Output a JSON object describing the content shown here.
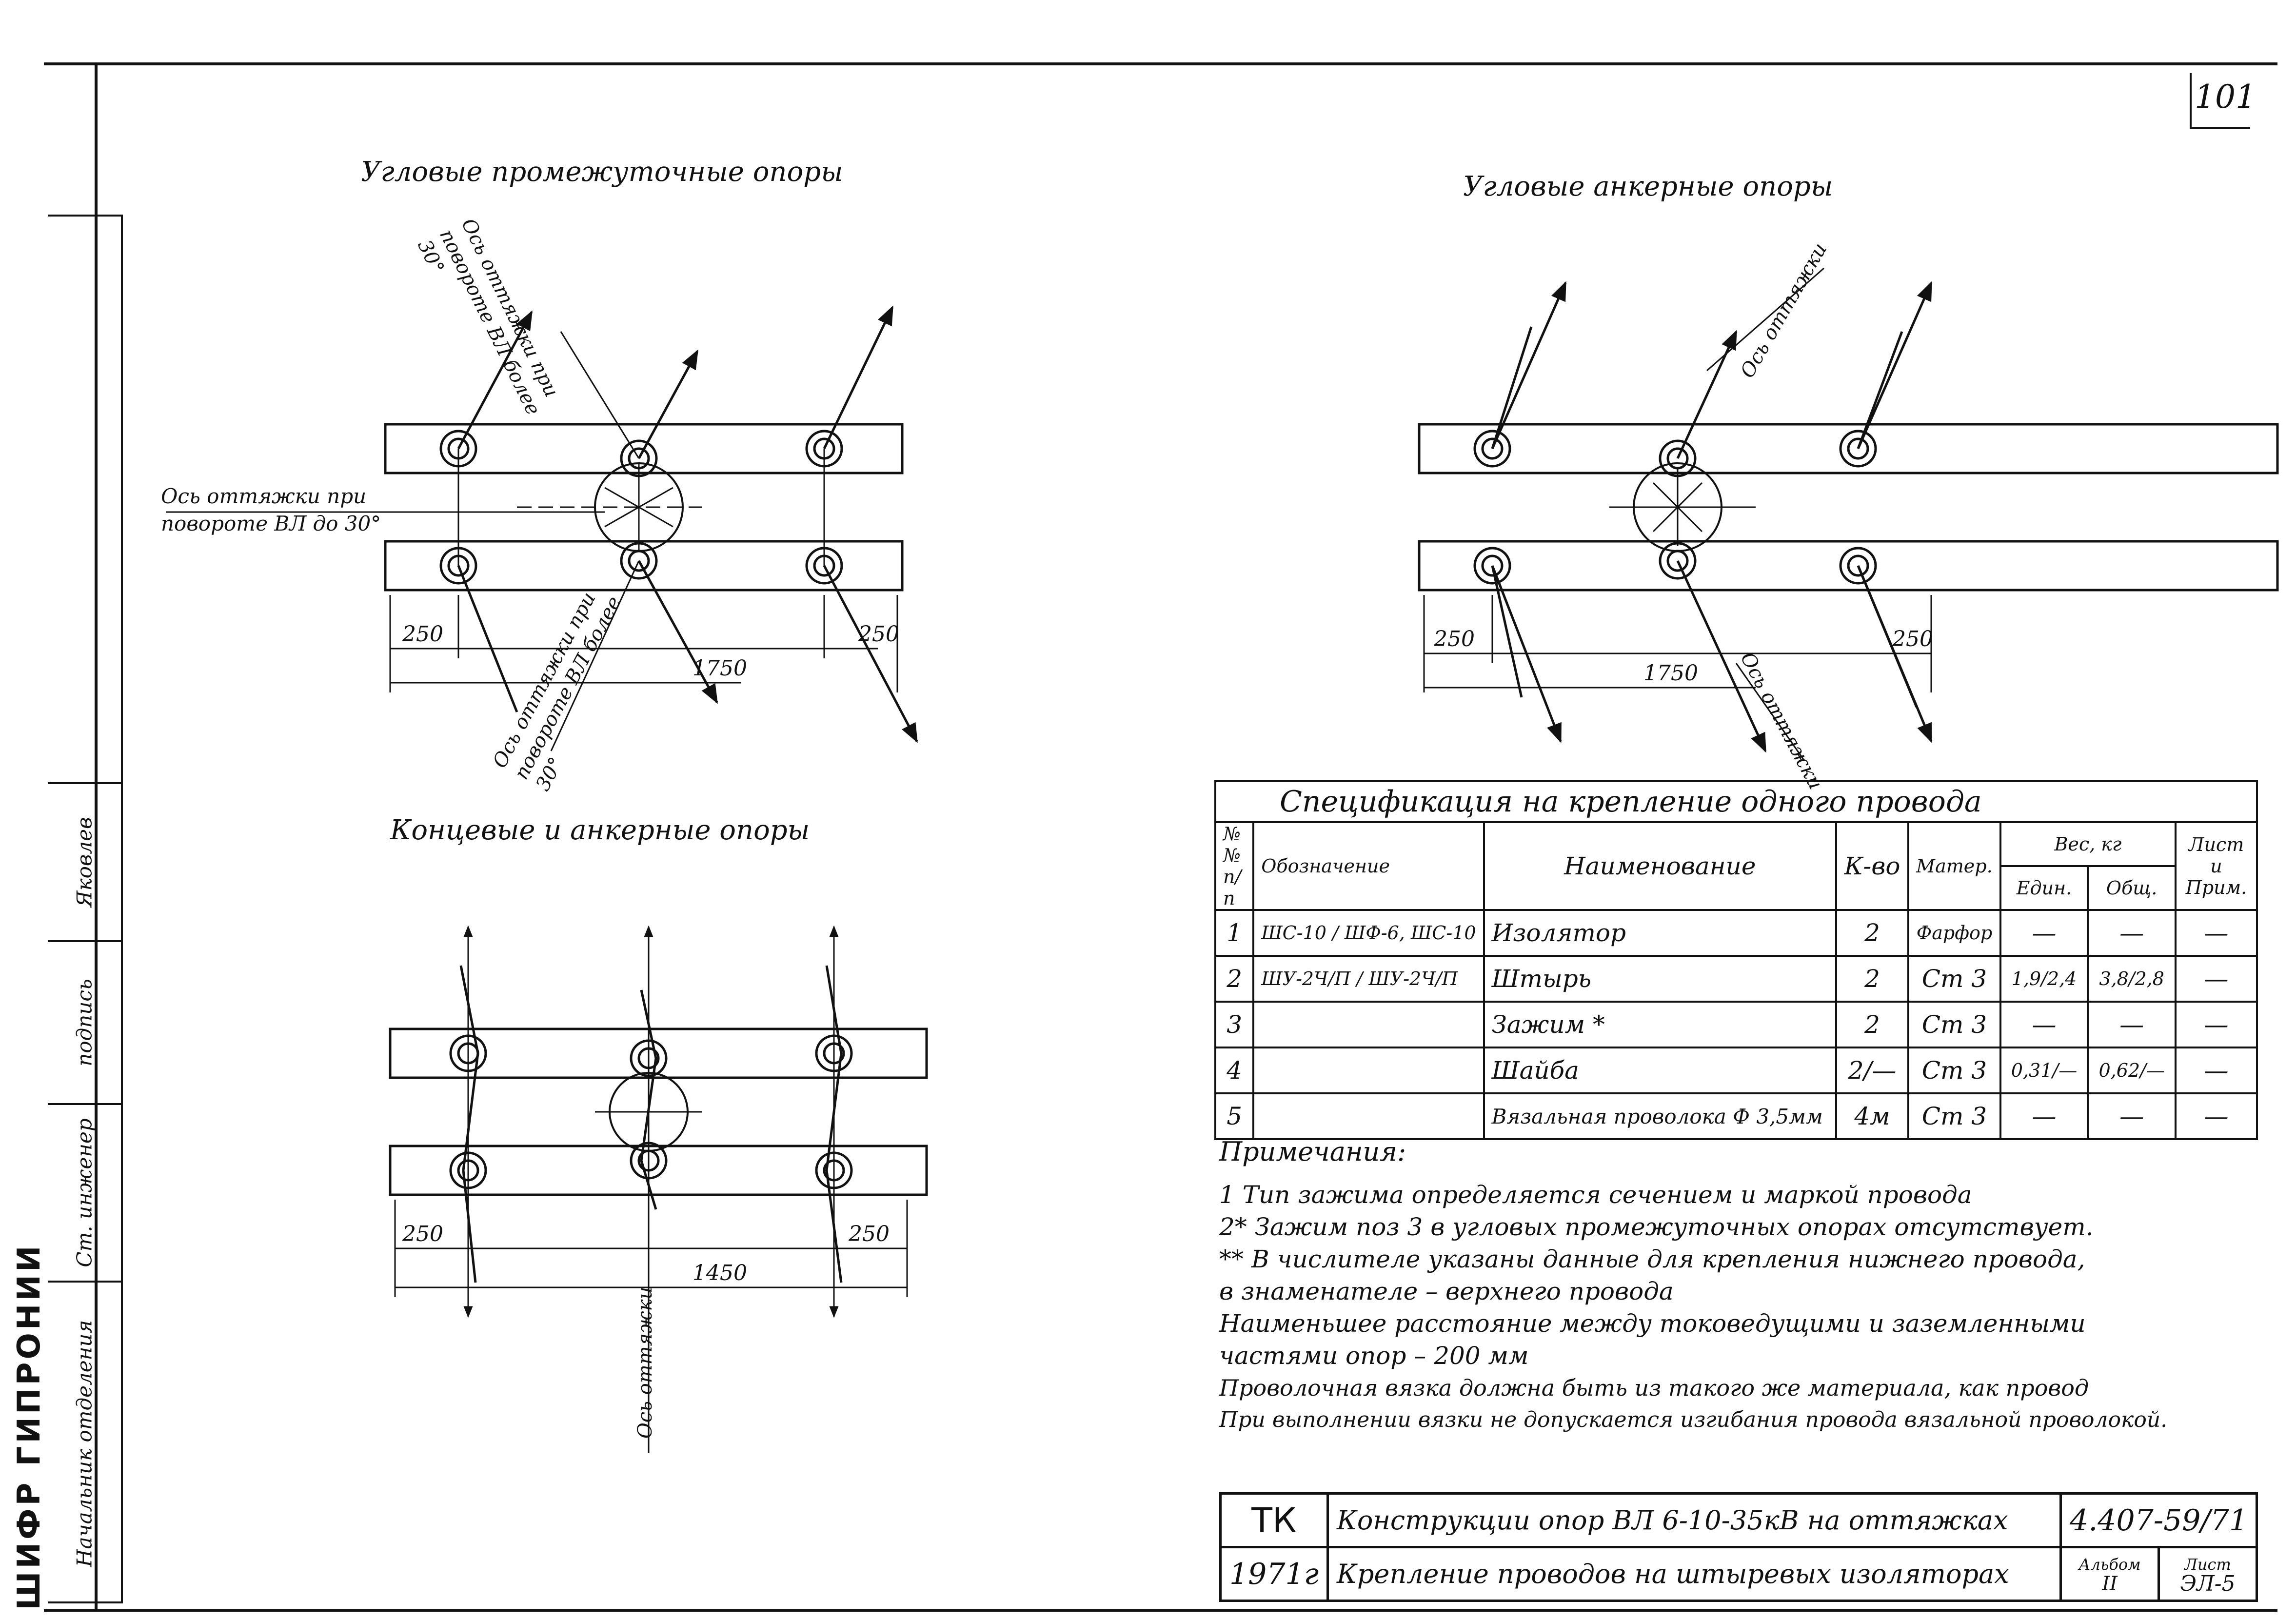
{
  "page_number": "101",
  "titles": {
    "angle_intermediate": "Угловые промежуточные опоры",
    "angle_anchor": "Угловые анкерные опоры",
    "end_anchor": "Концевые и анкерные опоры"
  },
  "labels": {
    "guy_axis_up_to_30": "Ось оттяжки при повороте ВЛ до 30°",
    "guy_axis_over_30_top": "Ось оттяжки при повороте ВЛ более 30°",
    "guy_axis_over_30_bottom": "Ось оттяжки при повороте ВЛ более 30°",
    "guy_axis": "Ось оттяжки",
    "guy_axis_2": "Ось оттяжки",
    "guy_axis_3": "Ось оттяжки"
  },
  "dimensions": {
    "d1_left": "250",
    "d1_right": "250",
    "d1_total": "1750",
    "d2_left": "250",
    "d2_right": "250",
    "d2_total": "1750",
    "d3_left": "250",
    "d3_right": "250",
    "d3_total": "1450"
  },
  "spec": {
    "title": "Спецификация на крепление одного провода",
    "headers": {
      "num": "№№ п/п",
      "designation": "Обозначение",
      "name": "Наименование",
      "qty": "К-во",
      "material": "Матер.",
      "weight": "Вес, кг",
      "unit": "Един.",
      "total": "Общ.",
      "sheet": "Лист и Прим."
    },
    "rows": [
      {
        "num": "1",
        "des": "ШС-10 / ШФ-6, ШС-10",
        "name": "Изолятор",
        "qty": "2",
        "mat": "Фарфор",
        "unit": "—",
        "total": "—",
        "note": "—"
      },
      {
        "num": "2",
        "des": "ШУ-2Ч/П / ШУ-2Ч/П",
        "name": "Штырь",
        "qty": "2",
        "mat": "Ст 3",
        "unit": "1,9/2,4",
        "total": "3,8/2,8",
        "note": "—"
      },
      {
        "num": "3",
        "des": "",
        "name": "Зажим *",
        "qty": "2",
        "mat": "Ст 3",
        "unit": "—",
        "total": "—",
        "note": "—"
      },
      {
        "num": "4",
        "des": "",
        "name": "Шайба",
        "qty": "2/—",
        "mat": "Ст 3",
        "unit": "0,31/—",
        "total": "0,62/—",
        "note": "—"
      },
      {
        "num": "5",
        "des": "",
        "name": "Вязальная проволока Ф 3,5мм",
        "qty": "4м",
        "mat": "Ст 3",
        "unit": "—",
        "total": "—",
        "note": "—"
      }
    ]
  },
  "notes": {
    "title": "Примечания:",
    "lines": [
      "1 Тип зажима определяется сечением и маркой провода",
      "2* Зажим поз 3 в угловых промежуточных опорах отсутствует.",
      "** В числителе указаны данные для крепления нижнего провода,",
      "в знаменателе – верхнего провода",
      "Наименьшее расстояние между токоведущими и заземленными",
      "частями опор – 200 мм",
      "Проволочная вязка должна быть из такого же материала, как провод",
      "При выполнении вязки не допускается изгибания провода вязальной проволокой."
    ]
  },
  "stamp": {
    "org": "ТК",
    "title": "Конструкции опор ВЛ 6-10-35кВ на оттяжках",
    "code": "4.407-59/71",
    "year": "1971г",
    "subtitle": "Крепление проводов на штыревых изоляторах",
    "album_label": "Альбом",
    "album": "II",
    "sheet_label": "Лист",
    "sheet": "ЭЛ-5"
  },
  "side": {
    "name1": "Яковлев",
    "sign": "подпись",
    "role": "Ст. инженер",
    "dept": "Начальник отделения",
    "vertical_code": "ШИФР ГИПРОНИИ"
  }
}
